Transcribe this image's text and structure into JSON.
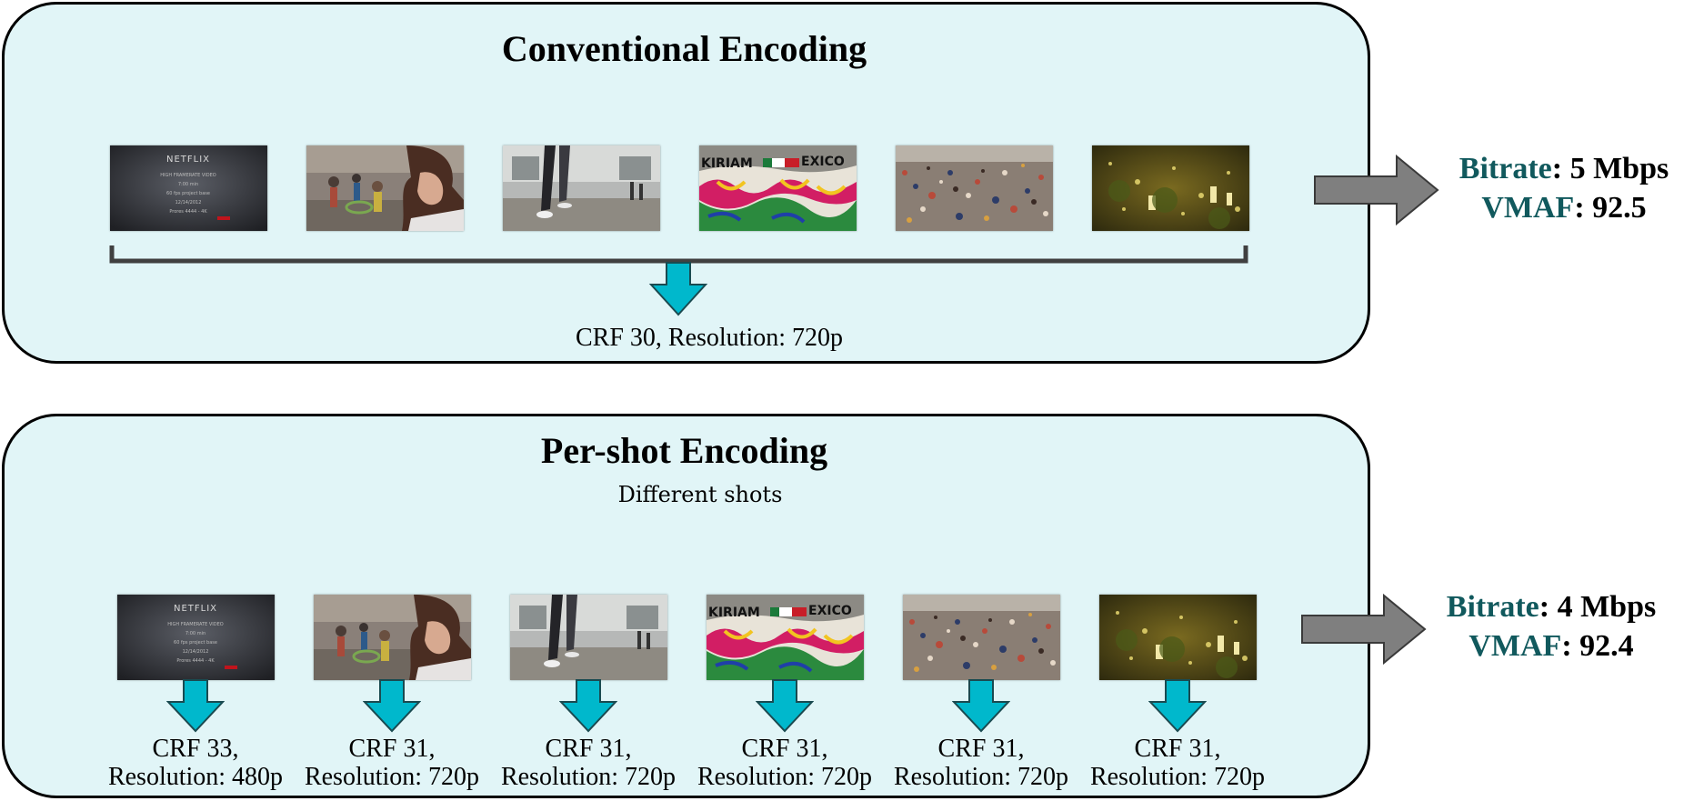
{
  "conventional": {
    "title": "Conventional Encoding",
    "setting": "CRF 30, Resolution: 720p",
    "bitrate_label": "Bitrate",
    "bitrate_value": ": 5 Mbps",
    "vmaf_label": "VMAF",
    "vmaf_value": ": 92.5"
  },
  "per_shot": {
    "title": "Per-shot Encoding",
    "shots_label": "Different shots",
    "bitrate_label": "Bitrate",
    "bitrate_value": ": 4 Mbps",
    "vmaf_label": "VMAF",
    "vmaf_value": ": 92.4",
    "settings": [
      {
        "crf": "CRF 33,",
        "resolution": "Resolution: 480p"
      },
      {
        "crf": "CRF 31,",
        "resolution": "Resolution: 720p"
      },
      {
        "crf": "CRF 31,",
        "resolution": "Resolution: 720p"
      },
      {
        "crf": "CRF 31,",
        "resolution": "Resolution: 720p"
      },
      {
        "crf": "CRF 31,",
        "resolution": "Resolution: 720p"
      },
      {
        "crf": "CRF 31,",
        "resolution": "Resolution: 720p"
      }
    ]
  },
  "thumbnails": {
    "netflix_slate": {
      "brand": "NETFLIX",
      "line1": "HIGH FRAMERATE VIDEO",
      "line2": "7:00 min",
      "line3": "60 fps project base",
      "line4": "12/14/2012",
      "line5": "Prores 4444 - 4K"
    }
  },
  "colors": {
    "panel_fill": "#e1f5f7",
    "down_arrow": "#00b8cc",
    "fan_arrow": "#6f95cc",
    "big_arrow": "#7f7f7f",
    "metric_key": "#11595d"
  }
}
